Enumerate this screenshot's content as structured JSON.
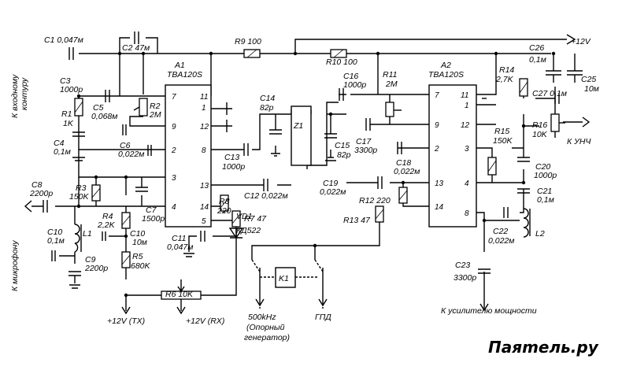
{
  "components": {
    "C1": "C1 0,047м",
    "C2": "C2 47м",
    "C3": "C3",
    "C3v": "1000p",
    "C4": "C4",
    "C4v": "0,1м",
    "C5": "C5",
    "C5v": "0,068м",
    "C6": "C6",
    "C6v": "0,022м",
    "C7": "C7",
    "C7v": "1500p",
    "C8": "C8",
    "C8v": "2200p",
    "C9": "C9",
    "C9v": "2200p",
    "C10a": "C10",
    "C10av": "0,1м",
    "C10b": "C10",
    "C10bv": "10м",
    "C11": "C11",
    "C11v": "0,047м",
    "C12": "C12 0,022м",
    "C13": "C13",
    "C13v": "1000p",
    "C14": "C14",
    "C14v": "82p",
    "C15": "C15",
    "C15v": "82p",
    "C16": "C16",
    "C16v": "1000p",
    "C17": "C17",
    "C17v": "3300p",
    "C18": "C18",
    "C18v": "0,022м",
    "C19": "C19",
    "C19v": "0,022м",
    "C20": "C20",
    "C20v": "1000p",
    "C21": "C21",
    "C21v": "0,1м",
    "C22": "C22",
    "C22v": "0,022м",
    "C23": "C23",
    "C23v": "3300p",
    "C25": "C25",
    "C25v": "10м",
    "C26": "C26",
    "C26v": "0,1м",
    "C27": "C27 0,1м",
    "R1": "R1",
    "R1v": "1K",
    "R2": "R2",
    "R2v": "2M",
    "R3": "R3",
    "R3v": "150K",
    "R4": "R4",
    "R4v": "2,2K",
    "R5": "R5",
    "R5v": "680K",
    "R6": "R6 10K",
    "R7": "R7 47",
    "R8": "R8",
    "R8v": "220",
    "R9": "R9 100",
    "R10": "R10 100",
    "R11": "R11",
    "R11v": "2M",
    "R12": "R12 220",
    "R13": "R13 47",
    "R14": "R14",
    "R14v": "2,7K",
    "R15": "R15",
    "R15v": "150K",
    "R16": "R16",
    "R16v": "10K",
    "VD1": "VD1",
    "VD1v": "КД522",
    "L1": "L1",
    "L2": "L2",
    "Z1": "Z1",
    "K1": "K1",
    "A1": "A1",
    "A1v": "TBA120S",
    "A2": "A2",
    "A2v": "TBA120S"
  },
  "pins_a1_left": [
    "7",
    "9",
    "2",
    "3",
    "4"
  ],
  "pins_a1_right": [
    "11",
    "1",
    "12",
    "8",
    "13",
    "14",
    "5"
  ],
  "pins_a2_left": [
    "7",
    "9",
    "2",
    "13",
    "14"
  ],
  "pins_a2_right": [
    "11",
    "1",
    "12",
    "3",
    "4",
    "8"
  ],
  "labels": {
    "supply": "+12V",
    "tx": "+12V (TX)",
    "rx": "+12V (RX)",
    "osc1": "500kHz",
    "osc2": "(Опорный",
    "osc3": "генератор)",
    "gpd": "ГПД",
    "umch": "К УНЧ",
    "power_amp": "К усилителю мощности",
    "input_circuit1": "К входному",
    "input_circuit2": "контуру",
    "microphone": "К микрофону",
    "watermark": "Паяmель.ру"
  }
}
